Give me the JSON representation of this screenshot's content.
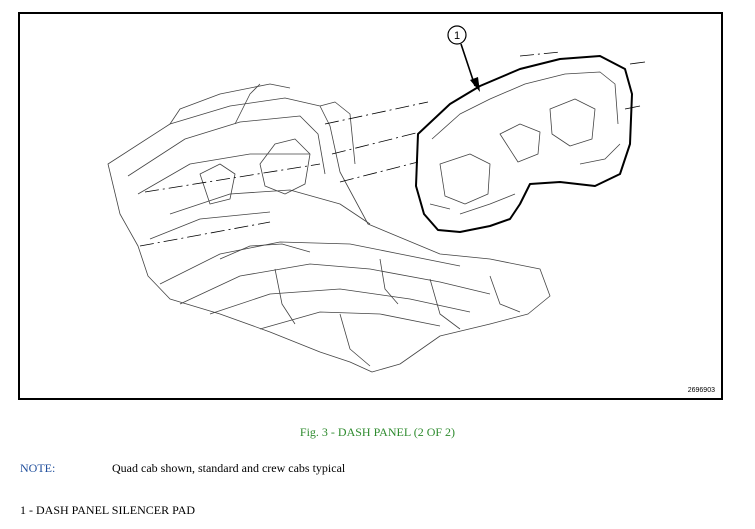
{
  "figure": {
    "callout_number": "1",
    "figure_id": "2696903"
  },
  "caption": "Fig. 3 - DASH PANEL (2 OF 2)",
  "note": {
    "label": "NOTE:",
    "text": "Quad cab shown, standard and crew cabs typical"
  },
  "legend": {
    "items": [
      "1 - DASH PANEL SILENCER PAD"
    ]
  },
  "colors": {
    "caption": "#2e8b2e",
    "note_label": "#1f4e9c"
  }
}
